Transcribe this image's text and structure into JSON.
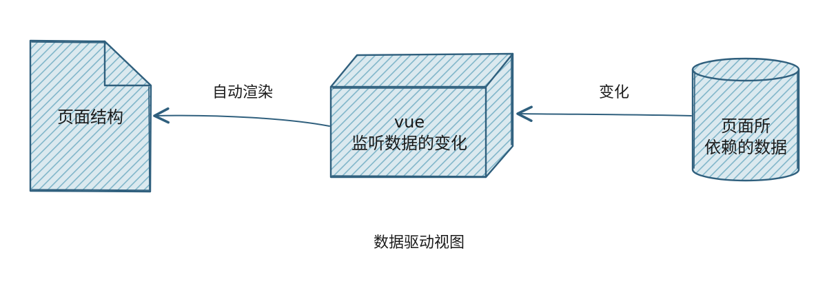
{
  "diagram": {
    "nodes": {
      "page_structure": {
        "label": "页面结构"
      },
      "vue_watcher": {
        "line1": "vue",
        "line2": "监听数据的变化"
      },
      "page_data": {
        "line1": "页面所",
        "line2": "依赖的数据"
      }
    },
    "edges": {
      "auto_render": {
        "label": "自动渲染"
      },
      "change": {
        "label": "变化"
      }
    },
    "caption": "数据驱动视图",
    "colors": {
      "stroke": "#2f5f7d",
      "hatch": "#7fb5c9",
      "fill": "#dbe9ef",
      "text": "#1a1a1a"
    }
  }
}
